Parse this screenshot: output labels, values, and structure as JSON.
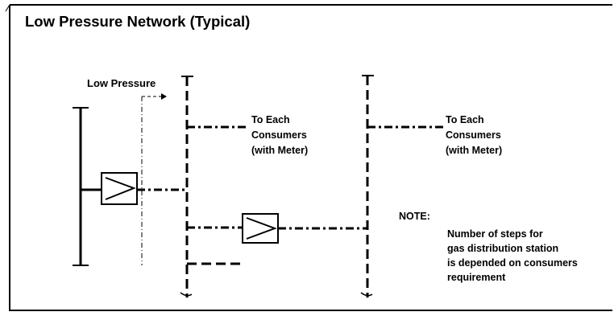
{
  "title": "Low Pressure Network (Typical)",
  "low_pressure_label": "Low Pressure",
  "consumers_1": {
    "line1": "To Each",
    "line2": "Consumers",
    "line3": "(with Meter)"
  },
  "consumers_2": {
    "line1": "To Each",
    "line2": "Consumers",
    "line3": "(with Meter)"
  },
  "note": {
    "prefix": "NOTE:",
    "line1": "Number of steps for",
    "line2": "gas distribution station",
    "line3": "is depended on consumers",
    "line4": "requirement"
  },
  "colors": {
    "line": "#000000",
    "background": "#ffffff"
  }
}
